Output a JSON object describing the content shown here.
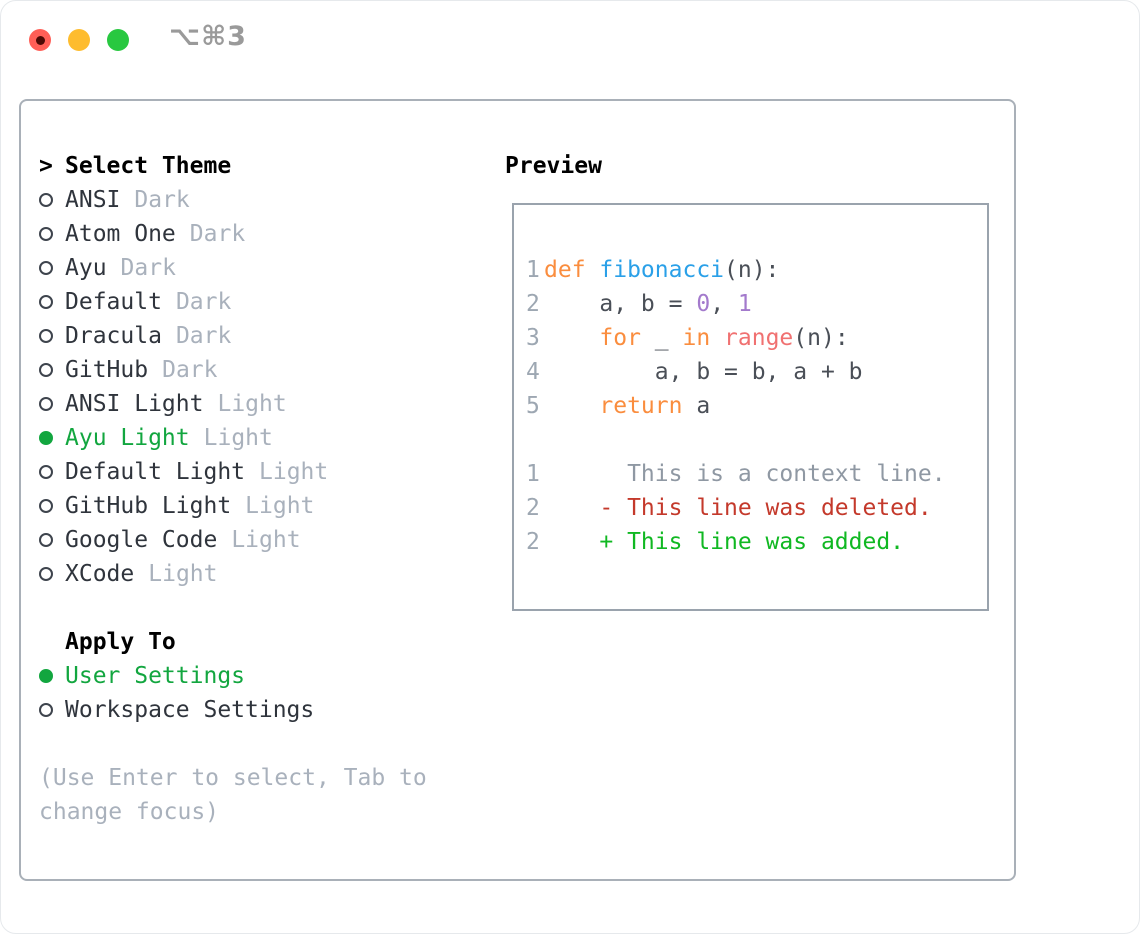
{
  "window": {
    "title": "⌥⌘3"
  },
  "colors": {
    "traffic_red": "#FF5F57",
    "traffic_red_dot": "#4C0A05",
    "traffic_yellow": "#FEBC2E",
    "traffic_green": "#28C840",
    "selected_green": "#12A63F",
    "keyword_orange": "#FA8D3E",
    "function_blue": "#2AA0E8",
    "number_purple": "#A37ACC",
    "builtin_coral": "#F07171",
    "deleted_red": "#C4392B",
    "added_green": "#10B822",
    "muted_gray": "#A9B1BC"
  },
  "theme_picker": {
    "prompt": ">",
    "header": "Select Theme",
    "items": [
      {
        "name": "ANSI",
        "variant": "Dark",
        "selected": false
      },
      {
        "name": "Atom One",
        "variant": "Dark",
        "selected": false
      },
      {
        "name": "Ayu",
        "variant": "Dark",
        "selected": false
      },
      {
        "name": "Default",
        "variant": "Dark",
        "selected": false
      },
      {
        "name": "Dracula",
        "variant": "Dark",
        "selected": false
      },
      {
        "name": "GitHub",
        "variant": "Dark",
        "selected": false
      },
      {
        "name": "ANSI Light",
        "variant": "Light",
        "selected": false
      },
      {
        "name": "Ayu Light",
        "variant": "Light",
        "selected": true
      },
      {
        "name": "Default Light",
        "variant": "Light",
        "selected": false
      },
      {
        "name": "GitHub Light",
        "variant": "Light",
        "selected": false
      },
      {
        "name": "Google Code",
        "variant": "Light",
        "selected": false
      },
      {
        "name": "XCode",
        "variant": "Light",
        "selected": false
      }
    ]
  },
  "apply_to": {
    "header": "Apply To",
    "options": [
      {
        "label": "User Settings",
        "selected": true
      },
      {
        "label": "Workspace Settings",
        "selected": false
      }
    ]
  },
  "hint": {
    "line1": "(Use Enter to select, Tab to",
    "line2": "change focus)"
  },
  "preview": {
    "header": "Preview",
    "lines": [
      {
        "num": "1",
        "tokens": [
          [
            "def ",
            "kw"
          ],
          [
            "fibonacci",
            "fn"
          ],
          [
            "(n):",
            "pl"
          ]
        ]
      },
      {
        "num": "2",
        "tokens": [
          [
            "    a, b = ",
            "pl"
          ],
          [
            "0",
            "num"
          ],
          [
            ", ",
            "pl"
          ],
          [
            "1",
            "num"
          ]
        ]
      },
      {
        "num": "3",
        "tokens": [
          [
            "    ",
            "pl"
          ],
          [
            "for",
            "kw"
          ],
          [
            " _ ",
            "pl"
          ],
          [
            "in",
            "kw"
          ],
          [
            " ",
            "pl"
          ],
          [
            "range",
            "bi"
          ],
          [
            "(n):",
            "pl"
          ]
        ]
      },
      {
        "num": "4",
        "tokens": [
          [
            "        a, b = b, a + b",
            "pl"
          ]
        ]
      },
      {
        "num": "5",
        "tokens": [
          [
            "    ",
            "pl"
          ],
          [
            "return",
            "kw"
          ],
          [
            " a",
            "pl"
          ]
        ]
      },
      {
        "num": "",
        "tokens": []
      },
      {
        "num": "1",
        "tokens": [
          [
            "      This is a context line.",
            "ctx"
          ]
        ]
      },
      {
        "num": "2",
        "tokens": [
          [
            "    - This line was deleted.",
            "del"
          ]
        ]
      },
      {
        "num": "2",
        "tokens": [
          [
            "    + This line was added.",
            "add"
          ]
        ]
      }
    ]
  }
}
